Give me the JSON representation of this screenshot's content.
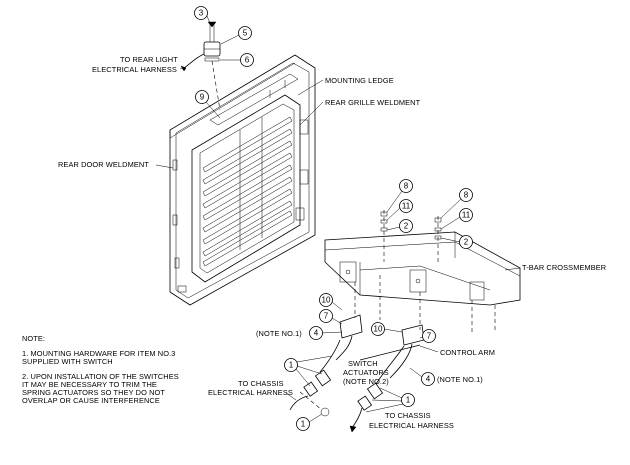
{
  "labels": {
    "rear_light": [
      "TO REAR LIGHT",
      "ELECTRICAL HARNESS"
    ],
    "mounting_ledge": "MOUNTING LEDGE",
    "rear_grille": "REAR GRILLE WELDMENT",
    "rear_door": "REAR DOOR WELDMENT",
    "t_bar": "T-BAR CROSSMEMBER",
    "note1_left": "(NOTE NO.1)",
    "note1_right": "(NOTE NO.1)",
    "switch_actuators": [
      "SWITCH",
      "ACTUATORS",
      "(NOTE NO.2)"
    ],
    "control_arm": "CONTROL ARM",
    "chassis_left": [
      "TO CHASSIS",
      "ELECTRICAL HARNESS"
    ],
    "chassis_right": [
      "TO CHASSIS",
      "ELECTRICAL HARNESS"
    ]
  },
  "notes": {
    "title": "NOTE:",
    "lines": [
      "1. MOUNTING HARDWARE FOR ITEM NO.3",
      "    SUPPLIED WITH SWITCH",
      "2. UPON INSTALLATION OF THE SWITCHES",
      "    IT MAY BE NECESSARY TO TRIM THE",
      "    SPRING ACTUATORS SO THEY DO NOT",
      "    OVERLAP OR CAUSE INTERFERENCE"
    ]
  },
  "balloons": {
    "b3": "3",
    "b5": "5",
    "b6": "6",
    "b9": "9",
    "b8a": "8",
    "b11a": "11",
    "b2a": "2",
    "b8b": "8",
    "b11b": "11",
    "b2b": "2",
    "b10a": "10",
    "b7a": "7",
    "b4a": "4",
    "b10b": "10",
    "b7b": "7",
    "b4b": "4",
    "b1a": "1",
    "b1b": "1",
    "b1c": "1"
  }
}
